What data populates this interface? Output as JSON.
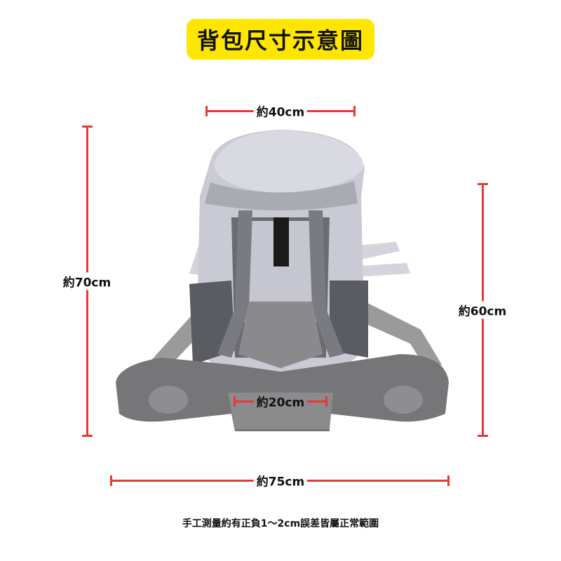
{
  "title": "背包尺寸示意圖",
  "dimensions": {
    "top_width": "約40cm",
    "total_height": "約70cm",
    "body_height": "約60cm",
    "back_width": "約20cm",
    "total_width": "約75cm"
  },
  "note": "手工測量約有正負1～2cm誤差皆屬正常範圍",
  "colors": {
    "title_bg": "#ffe600",
    "dimension_line": "#e53935"
  }
}
